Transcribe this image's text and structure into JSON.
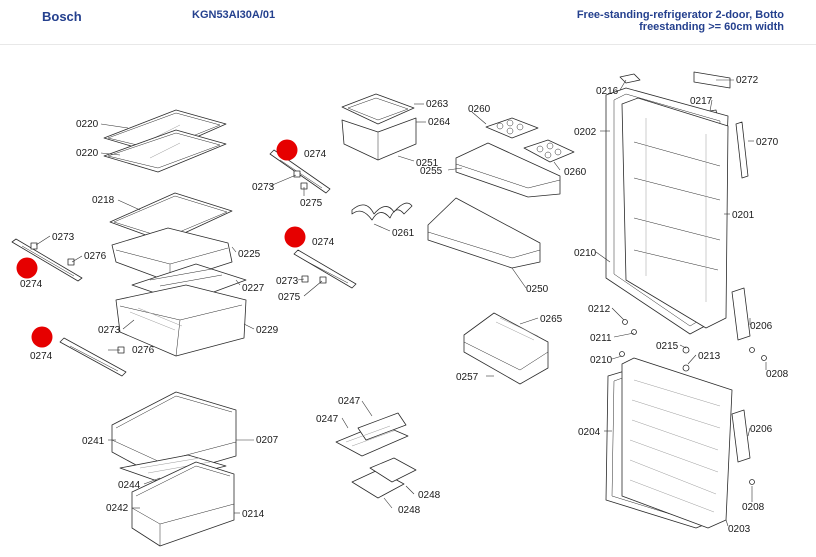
{
  "header": {
    "brand": "Bosch",
    "model": "KGN53AI30A/01",
    "title_line1": "Free-standing-refrigerator 2-door, Botto",
    "title_line2": "freestanding >= 60cm width",
    "brand_color": "#24408e"
  },
  "marker_color": "#e60000",
  "part_labels": {
    "p0220a": "0220",
    "p0220b": "0220",
    "p0218": "0218",
    "p0225": "0225",
    "p0227": "0227",
    "p0229": "0229",
    "p0273a": "0273",
    "p0273b": "0273",
    "p0273c": "0273",
    "p0273d": "0273",
    "p0274a": "0274",
    "p0274b": "0274",
    "p0274c": "0274",
    "p0274d": "0274",
    "p0275a": "0275",
    "p0275b": "0275",
    "p0276a": "0276",
    "p0276b": "0276",
    "p0263": "0263",
    "p0264": "0264",
    "p0251": "0251",
    "p0260a": "0260",
    "p0260b": "0260",
    "p0255": "0255",
    "p0261": "0261",
    "p0250": "0250",
    "p0265": "0265",
    "p0257": "0257",
    "p0216": "0216",
    "p0272": "0272",
    "p0217": "0217",
    "p0202": "0202",
    "p0270": "0270",
    "p0201": "0201",
    "p0210a": "0210",
    "p0210b": "0210",
    "p0212": "0212",
    "p0211": "0211",
    "p0215": "0215",
    "p0213": "0213",
    "p0206a": "0206",
    "p0206b": "0206",
    "p0208a": "0208",
    "p0208b": "0208",
    "p0204": "0204",
    "p0203": "0203",
    "p0241": "0241",
    "p0207": "0207",
    "p0244": "0244",
    "p0242": "0242",
    "p0214": "0214",
    "p0247a": "0247",
    "p0247b": "0247",
    "p0248a": "0248",
    "p0248b": "0248"
  }
}
